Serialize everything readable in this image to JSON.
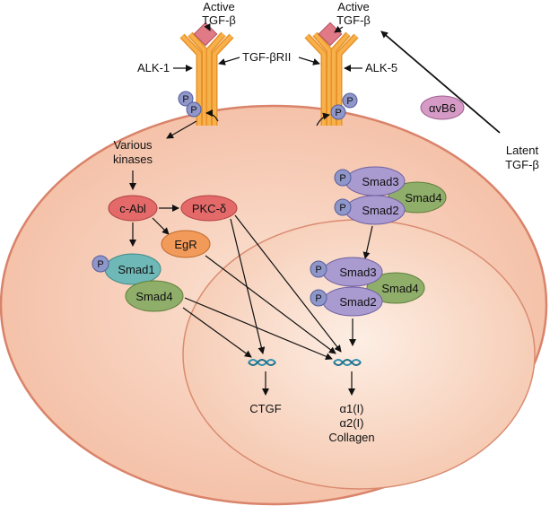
{
  "labels": {
    "active_tgf_1": "Active",
    "active_tgf_2": "TGF-β",
    "active_tgf_b1": "Active",
    "active_tgf_b2": "TGF-β",
    "tgf_brii": "TGF-βRII",
    "alk1": "ALK-1",
    "alk5": "ALK-5",
    "avb6": "αvB6",
    "latent_1": "Latent",
    "latent_2": "TGF-β",
    "various_1": "Various",
    "various_2": "kinases",
    "c_abl": "c-Abl",
    "pkc": "PKC-δ",
    "egr": "EgR",
    "smad1": "Smad1",
    "smad4_left": "Smad4",
    "smad3_top": "Smad3",
    "smad2_top": "Smad2",
    "smad4_top": "Smad4",
    "smad3_nuc": "Smad3",
    "smad2_nuc": "Smad2",
    "smad4_nuc": "Smad4",
    "ctgf": "CTGF",
    "col_1": "α1(I)",
    "col_2": "α2(I)",
    "col_3": "Collagen",
    "p": "P"
  },
  "colors": {
    "cell": "#f6c9b3",
    "cell_edge": "#d9836a",
    "nucleus": "#f9d8c6",
    "receptor": "#f7a836",
    "tgf": "#e07a86",
    "red_node": "#e46a6a",
    "orange_node": "#f29a5a",
    "teal_node": "#6fb8b8",
    "green_node": "#8fae6a",
    "purple_node": "#a99ad0",
    "p_node": "#8f96c9",
    "dna": "#2a8fb0"
  }
}
